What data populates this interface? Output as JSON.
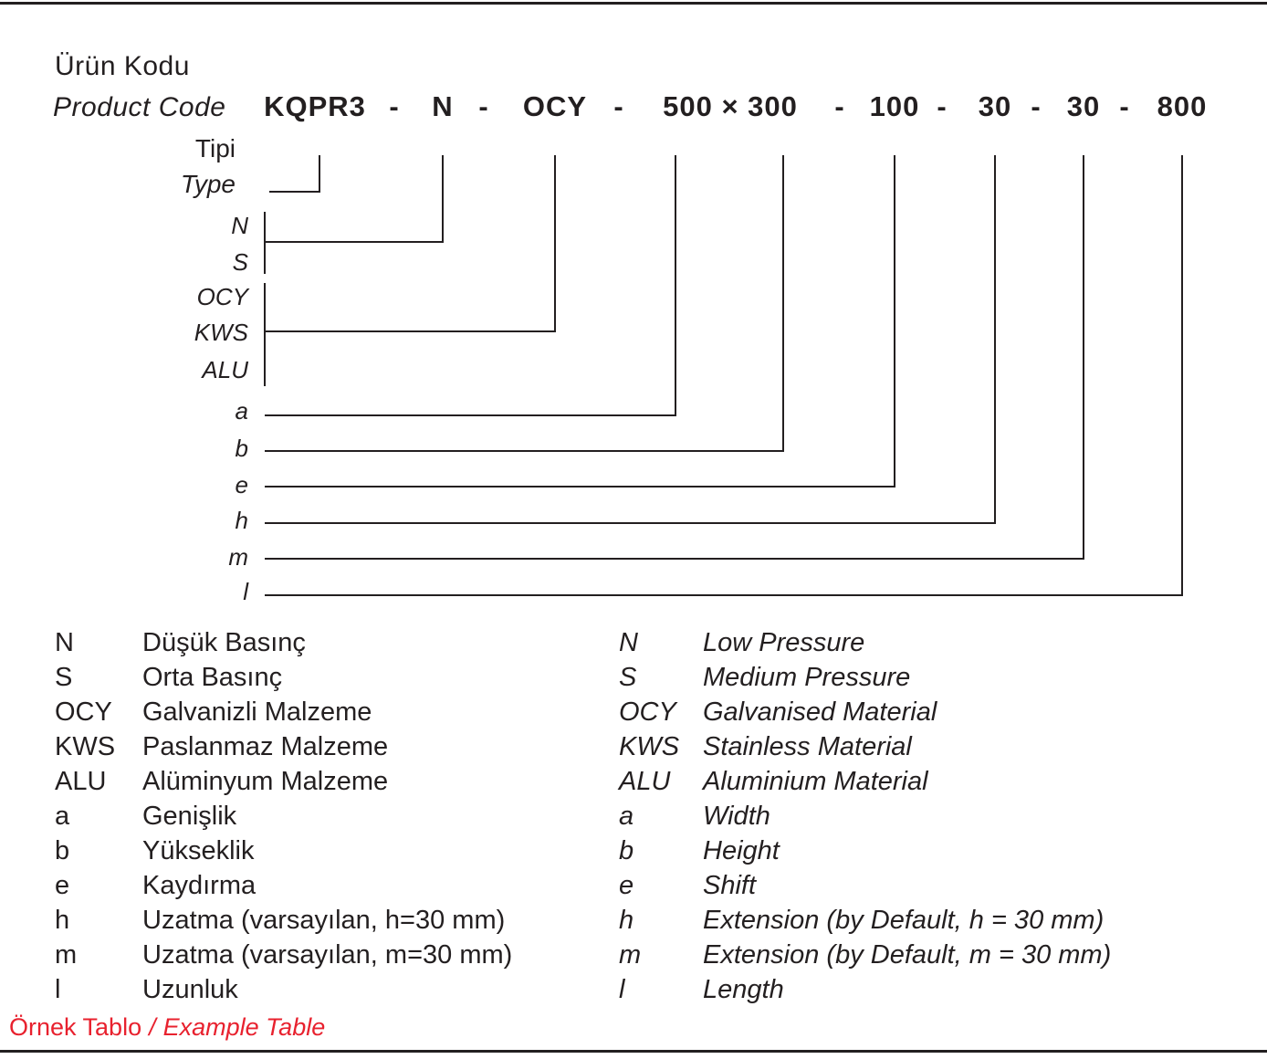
{
  "header": {
    "title_tr": "Ürün Kodu",
    "title_en": "Product Code",
    "code_segments": [
      "KQPR3",
      "-",
      "N",
      "-",
      "OCY",
      "-",
      "500 × 300",
      "-",
      "100",
      "-",
      "30",
      "-",
      "30",
      "-",
      "800"
    ]
  },
  "diagram": {
    "type_label_tr": "Tipi",
    "type_label_en": "Type",
    "branch_labels": [
      "N",
      "S",
      "OCY",
      "KWS",
      "ALU",
      "a",
      "b",
      "e",
      "h",
      "m",
      "l"
    ]
  },
  "legend": {
    "turkish": [
      {
        "key": "N",
        "desc": "Düşük Basınç"
      },
      {
        "key": "S",
        "desc": "Orta Basınç"
      },
      {
        "key": "OCY",
        "desc": "Galvanizli Malzeme"
      },
      {
        "key": "KWS",
        "desc": "Paslanmaz Malzeme"
      },
      {
        "key": "ALU",
        "desc": "Alüminyum Malzeme"
      },
      {
        "key": "a",
        "desc": "Genişlik"
      },
      {
        "key": "b",
        "desc": "Yükseklik"
      },
      {
        "key": "e",
        "desc": "Kaydırma"
      },
      {
        "key": "h",
        "desc": "Uzatma (varsayılan, h=30 mm)"
      },
      {
        "key": "m",
        "desc": "Uzatma (varsayılan, m=30 mm)"
      },
      {
        "key": "l",
        "desc": "Uzunluk"
      }
    ],
    "english": [
      {
        "key": "N",
        "desc": "Low Pressure"
      },
      {
        "key": "S",
        "desc": "Medium Pressure"
      },
      {
        "key": "OCY",
        "desc": "Galvanised Material"
      },
      {
        "key": "KWS",
        "desc": "Stainless Material"
      },
      {
        "key": "ALU",
        "desc": "Aluminium Material"
      },
      {
        "key": "a",
        "desc": "Width"
      },
      {
        "key": "b",
        "desc": "Height"
      },
      {
        "key": "e",
        "desc": "Shift"
      },
      {
        "key": "h",
        "desc": "Extension (by Default, h = 30 mm)"
      },
      {
        "key": "m",
        "desc": "Extension (by Default, m = 30 mm)"
      },
      {
        "key": "l",
        "desc": "Length"
      }
    ]
  },
  "footer": {
    "label_tr": "Örnek Tablo",
    "separator": "/",
    "label_en": "Example Table"
  },
  "colors": {
    "text": "#231f20",
    "accent_red": "#e8212e"
  }
}
